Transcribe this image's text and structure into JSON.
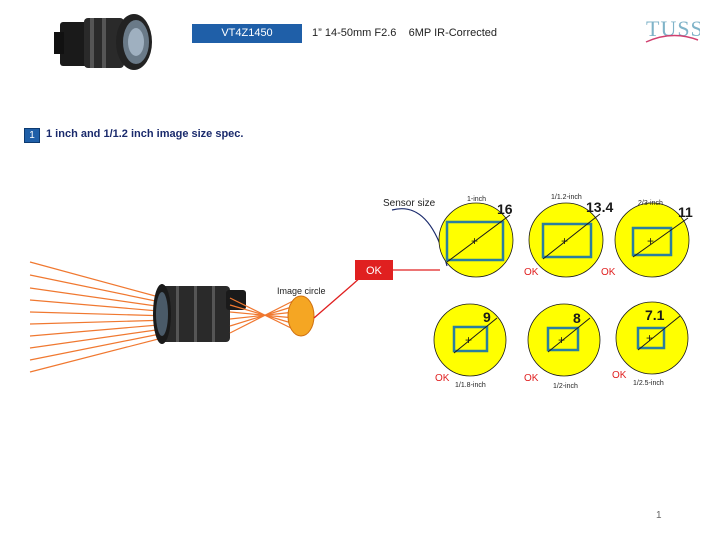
{
  "header": {
    "model": "VT4Z1450",
    "description": "1” 14-50mm F2.6    6MP IR-Corrected",
    "logo_text": "TUSS"
  },
  "section": {
    "number": "1",
    "title": "1 inch and 1/1.2 inch image size spec."
  },
  "diagram": {
    "sensor_size_label": "Sensor size",
    "image_circle_label": "Image circle",
    "ok_main": "OK",
    "sensors": [
      {
        "name": "1-inch",
        "diagonal": "16",
        "status": "OK"
      },
      {
        "name": "1/1.2-inch",
        "diagonal": "13.4",
        "status": "OK"
      },
      {
        "name": "2/3-inch",
        "diagonal": "11",
        "status": "OK"
      },
      {
        "name": "1/1.8-inch",
        "diagonal": "9",
        "status": "OK"
      },
      {
        "name": "1/2-inch",
        "diagonal": "8",
        "status": "OK"
      },
      {
        "name": "1/2.5-inch",
        "diagonal": "7.1",
        "status": "OK"
      }
    ]
  },
  "colors": {
    "accent_blue": "#1f5fa8",
    "ray_orange": "#f07830",
    "sensor_yellow": "#ffff00",
    "ok_red": "#e02020",
    "rect_teal": "#2a7f9f"
  },
  "page_number": "1"
}
